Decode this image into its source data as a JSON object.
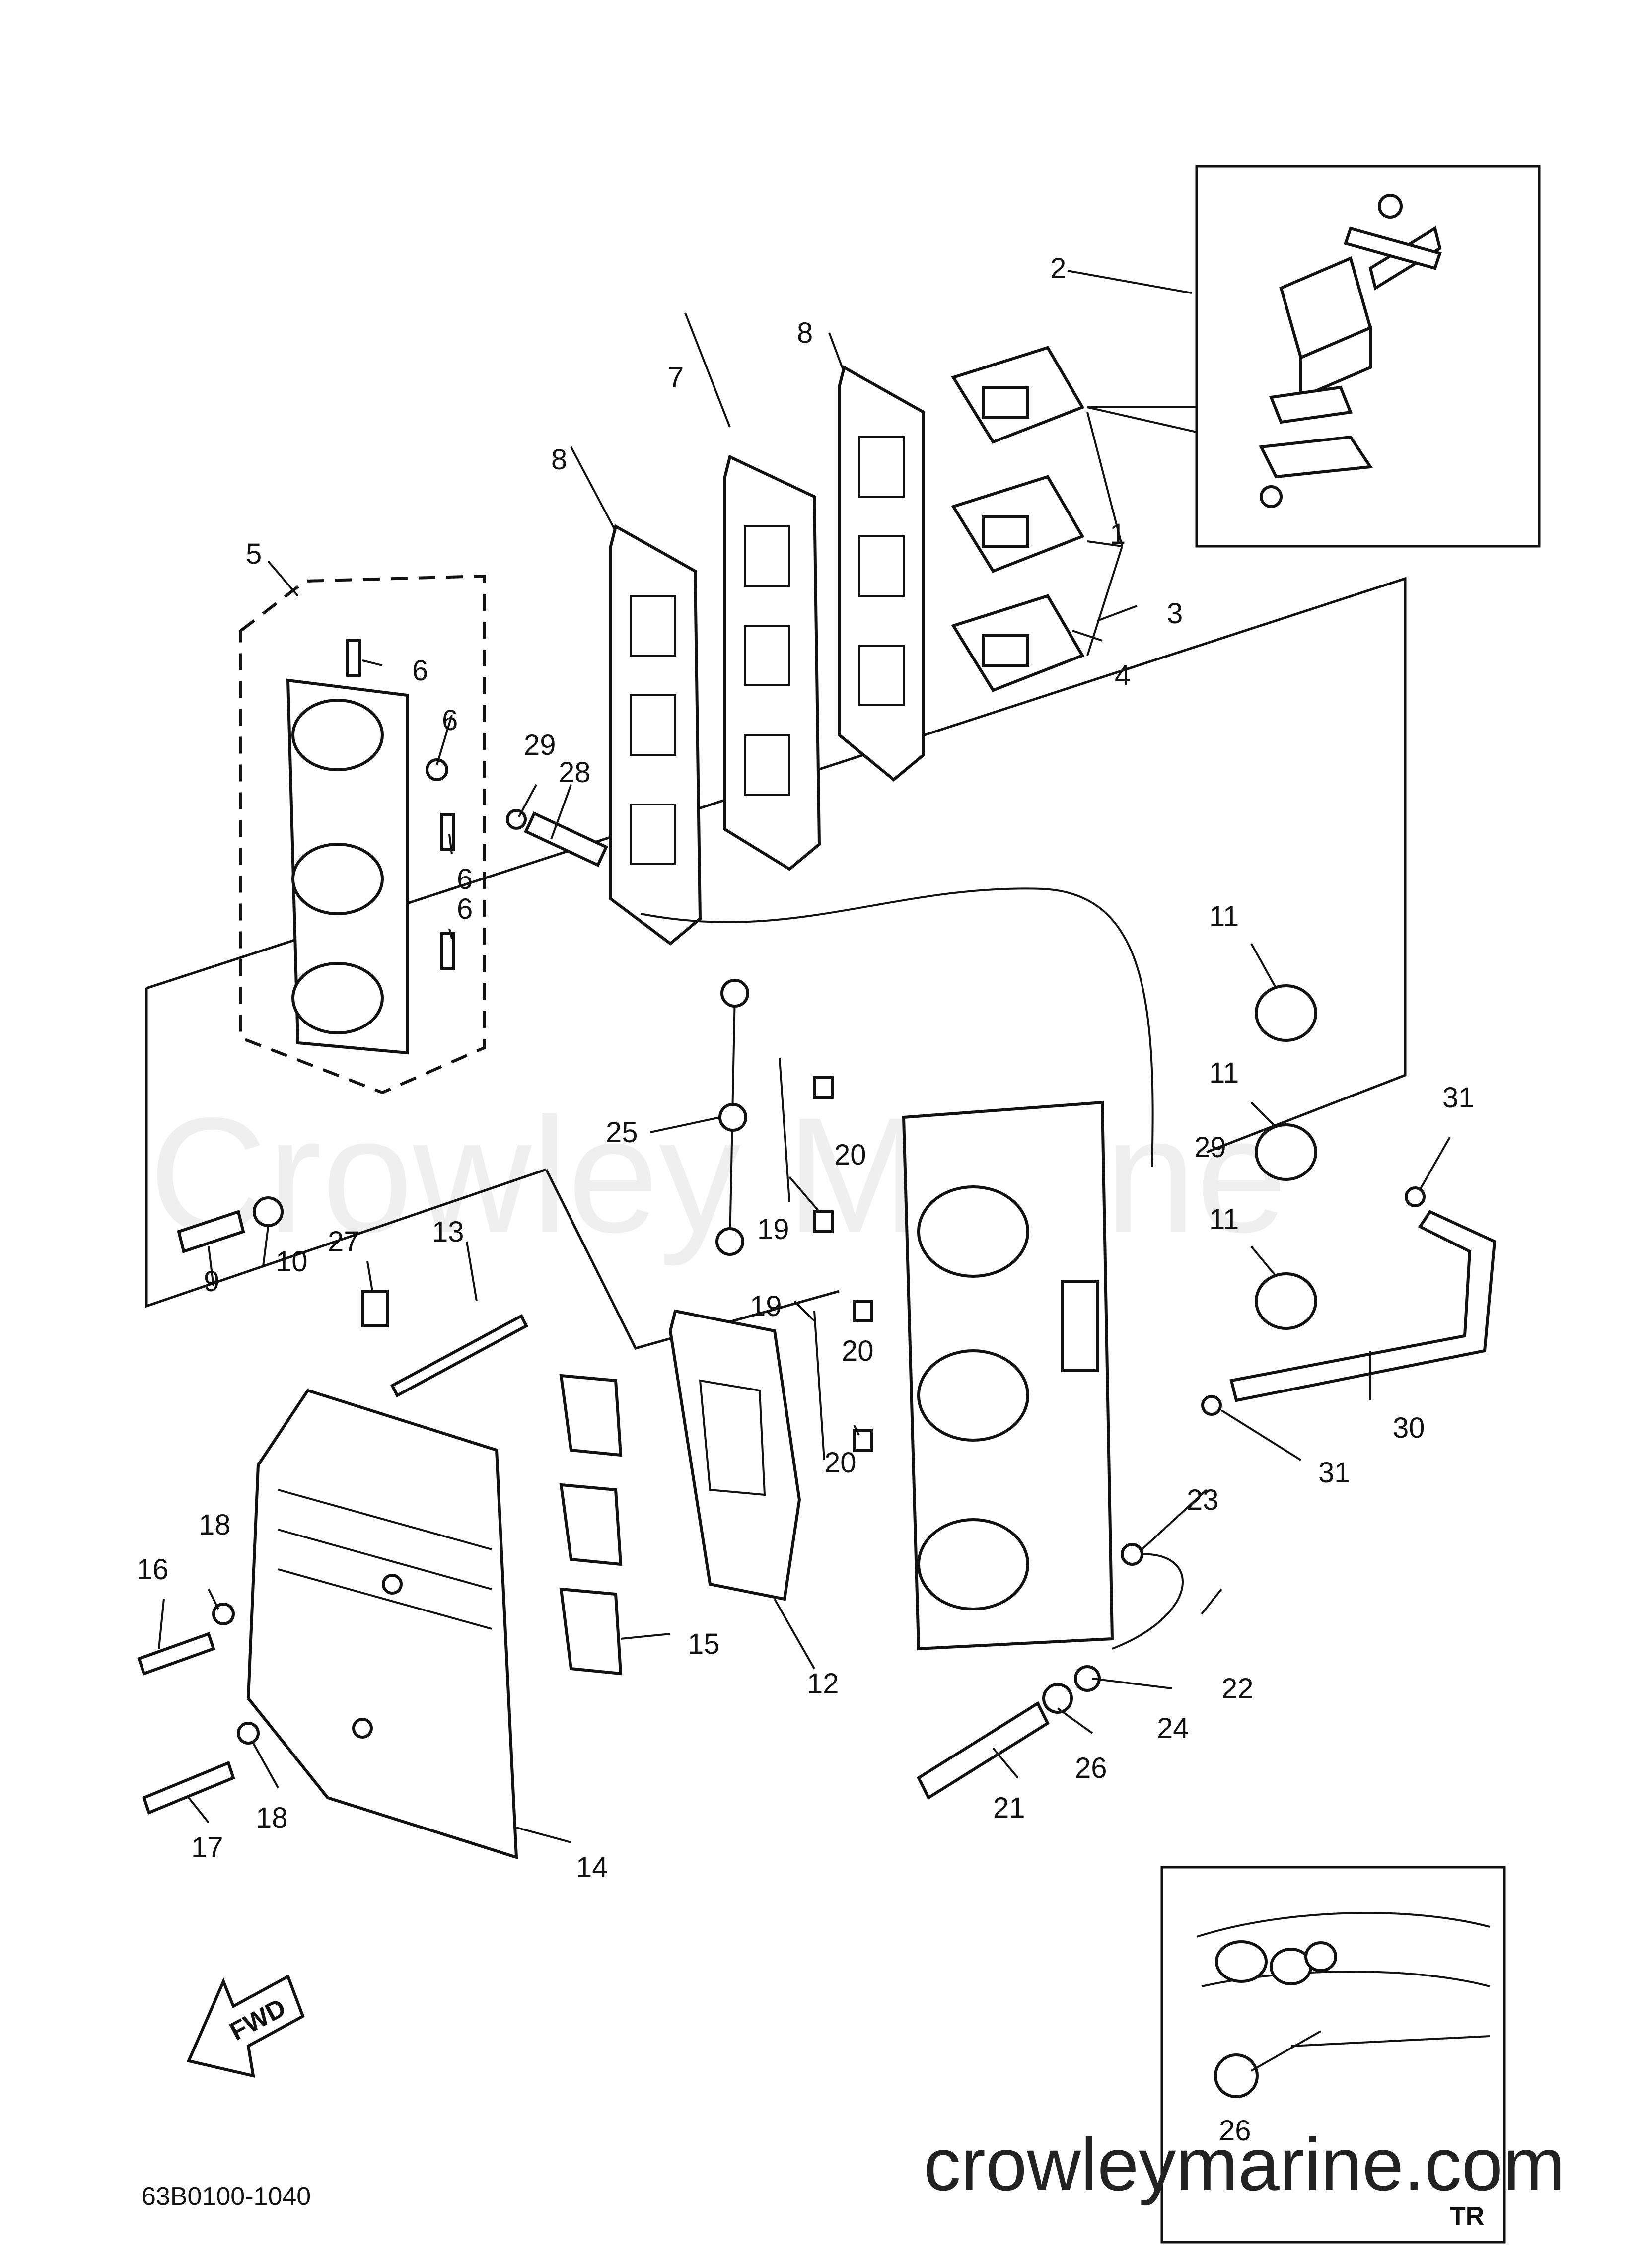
{
  "watermark": "Crowley Marine",
  "footer_site": "crowleymarine.com",
  "diagram_code": "63B0100-1040",
  "fwd_label": "FWD",
  "inset_tr_label": "TR",
  "callouts": {
    "c1": "1",
    "c2": "2",
    "c3": "3",
    "c4": "4",
    "c5": "5",
    "c6a": "6",
    "c6b": "6",
    "c6c": "6",
    "c6d": "6",
    "c7": "7",
    "c8a": "8",
    "c8b": "8",
    "c9": "9",
    "c10": "10",
    "c11a": "11",
    "c11b": "11",
    "c11c": "11",
    "c12": "12",
    "c13": "13",
    "c14": "14",
    "c15": "15",
    "c16": "16",
    "c17": "17",
    "c18a": "18",
    "c18b": "18",
    "c19a": "19",
    "c19b": "19",
    "c20a": "20",
    "c20b": "20",
    "c20c": "20",
    "c21": "21",
    "c22": "22",
    "c23": "23",
    "c24": "24",
    "c25": "25",
    "c26a": "26",
    "c26b": "26",
    "c27": "27",
    "c28": "28",
    "c29a": "29",
    "c29b": "29",
    "c30": "30",
    "c31a": "31",
    "c31b": "31"
  }
}
